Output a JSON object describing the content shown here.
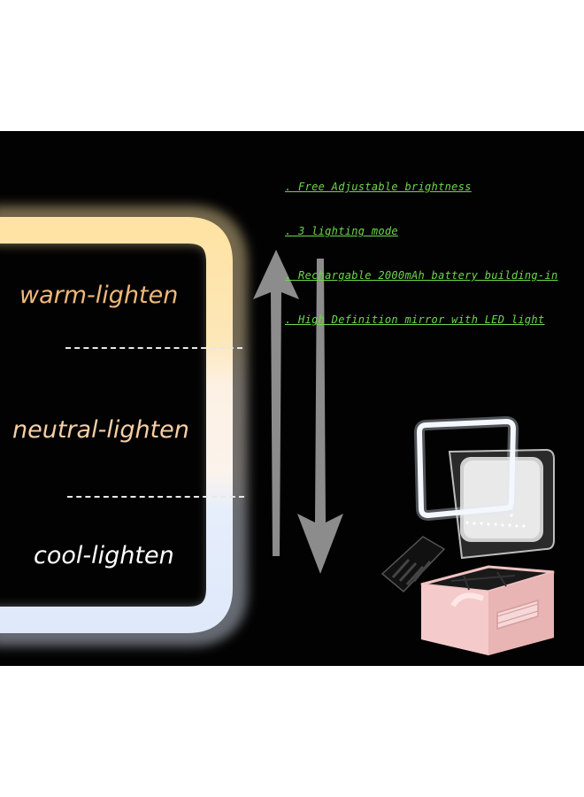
{
  "features": [
    ". Free Adjustable brightness",
    ". 3 lighting mode ",
    ". Rechargable 2000mAh battery building-in",
    ". High Definition mirror with LED light"
  ],
  "modes": {
    "warm": "warm-lighten",
    "neutral": "neutral-lighten",
    "cool": "cool-lighten"
  },
  "colors": {
    "background": "#020202",
    "feature_text": "#6cd94a",
    "warm_light": "#ffe1a0",
    "neutral_light": "#fdf2e8",
    "cool_light": "#e2ecfb",
    "warm_text": "#f0b878",
    "neutral_text": "#f5cfa6",
    "cool_text": "#ffffff",
    "arrow": "#8a8a8a",
    "case": "#f2c5c5"
  },
  "icons": {
    "up_arrow": "up-arrow-icon",
    "down_arrow": "down-arrow-icon"
  }
}
